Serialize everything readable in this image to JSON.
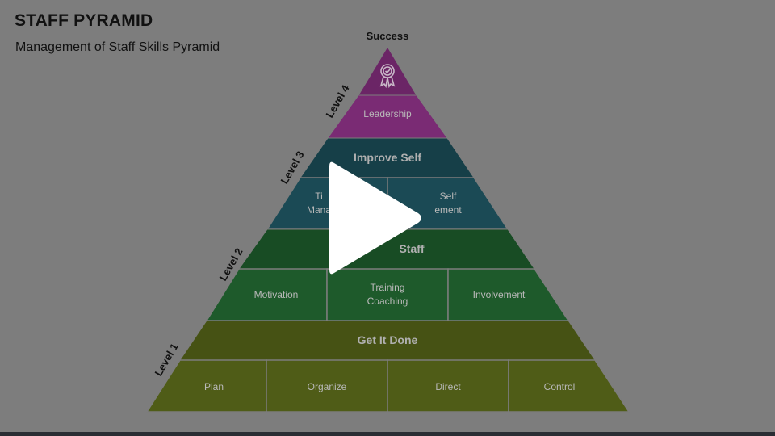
{
  "header": {
    "title": "STAFF PYRAMID",
    "subtitle": "Management of Staff Skills Pyramid"
  },
  "apex_label": "Success",
  "levels": {
    "level1": "Level 1",
    "level2": "Level 2",
    "level3": "Level 3",
    "level4": "Level 4"
  },
  "pyramid": {
    "top": {
      "label": "Leadership",
      "icon": "award-ribbon-icon"
    },
    "level3": {
      "band": "Improve Self",
      "cells": [
        "Time\nManagement",
        "Self\nManagement"
      ],
      "visible_cells": [
        "Ti\nMana",
        "Self\nement"
      ]
    },
    "level2": {
      "band": "Staff",
      "cells": [
        "Motivation",
        "Training\nCoaching",
        "Involvement"
      ]
    },
    "level1": {
      "band": "Get It Done",
      "cells": [
        "Plan",
        "Organize",
        "Direct",
        "Control"
      ]
    }
  },
  "colors": {
    "background": "#7d7d7d",
    "level4": "#6b2566",
    "level4_band": "#7a2b74",
    "level3": "#1b4a55",
    "level3_band": "#163f48",
    "level2": "#1e5a2b",
    "level2_band": "#184c24",
    "level1": "#4f5c17",
    "level1_band": "#465214"
  },
  "overlay": {
    "icon": "play-icon"
  }
}
